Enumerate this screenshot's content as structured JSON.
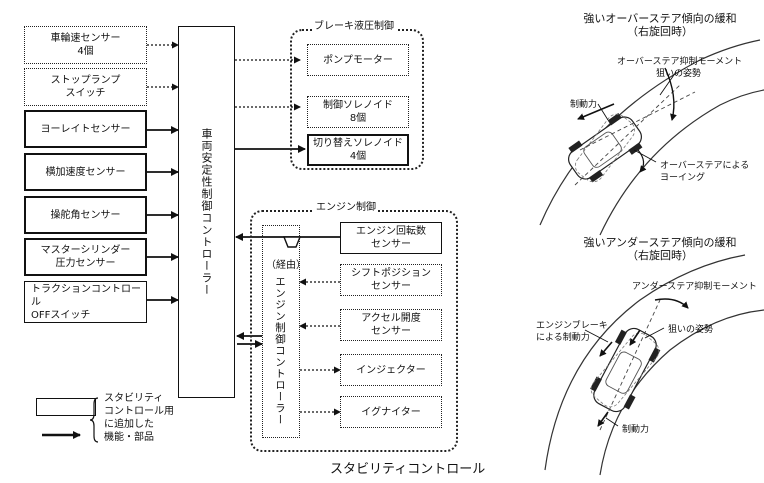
{
  "sensors": {
    "wheel_speed": "車輪速センサー\n4個",
    "stop_lamp": "ストップランプ\nスイッチ",
    "yaw_rate": "ヨーレイトセンサー",
    "lateral_accel": "横加速度センサー",
    "steering_angle": "操舵角センサー",
    "master_cylinder": "マスターシリンダー\n圧力センサー",
    "traction_off": "トラクションコントロール\nOFFスイッチ"
  },
  "controller": {
    "label": "車両安定性制御コントローラー"
  },
  "brake_group": {
    "title": "ブレーキ液圧制御",
    "pump_motor": "ポンプモーター",
    "control_solenoid": "制御ソレノイド\n8個",
    "switch_solenoid": "切り替えソレノイド\n4個"
  },
  "engine_group": {
    "title": "エンジン制御",
    "via_label": "（経由）",
    "controller_label": "エンジン制御コントローラー",
    "engine_speed": "エンジン回転数\nセンサー",
    "shift_position": "シフトポジション\nセンサー",
    "accel_opening": "アクセル開度\nセンサー",
    "injector": "インジェクター",
    "igniter": "イグナイター"
  },
  "legend": {
    "text": "スタビリティ\nコントロール用\nに追加した\n機能・部品"
  },
  "footer_title": "スタビリティコントロール",
  "oversteer_panel": {
    "title": "強いオーバーステア傾向の緩和\n（右旋回時）",
    "label_moment": "オーバーステア抑制モーメント",
    "label_aim": "狙いの姿勢",
    "label_brake_force": "制動力",
    "label_yawing": "オーバーステアによる\nヨーイング"
  },
  "understeer_panel": {
    "title": "強いアンダーステア傾向の緩和\n（右旋回時）",
    "label_moment": "アンダーステア抑制モーメント",
    "label_engine_brake": "エンジンブレーキ\nによる制動力",
    "label_aim": "狙いの姿勢",
    "label_brake_force": "制動力"
  }
}
